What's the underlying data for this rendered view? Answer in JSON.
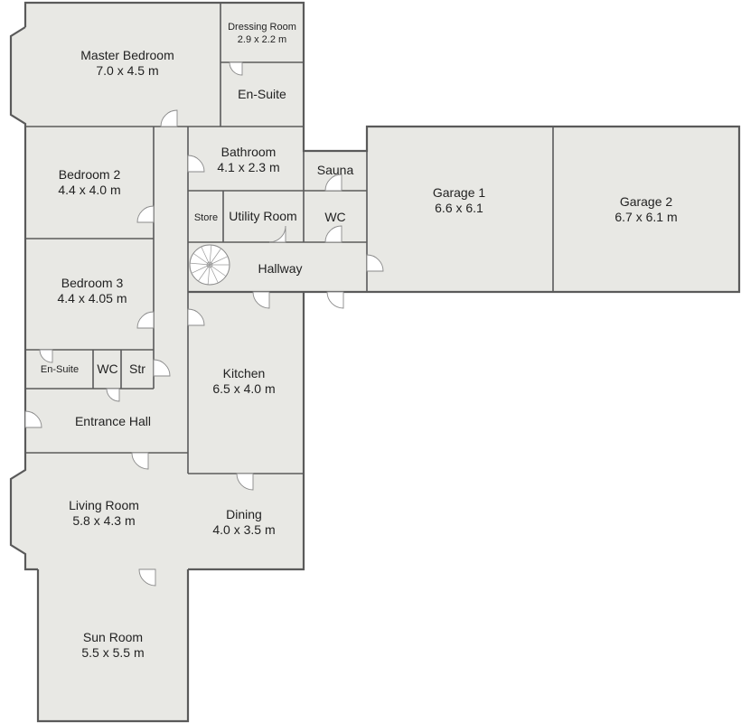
{
  "rooms": {
    "master_bedroom": {
      "name": "Master Bedroom",
      "size": "7.0 x 4.5 m"
    },
    "dressing_room": {
      "name": "Dressing Room",
      "size": "2.9 x 2.2 m"
    },
    "en_suite_master": {
      "name": "En-Suite"
    },
    "bathroom": {
      "name": "Bathroom",
      "size": "4.1 x 2.3 m"
    },
    "sauna": {
      "name": "Sauna"
    },
    "bedroom2": {
      "name": "Bedroom 2",
      "size": "4.4 x 4.0 m"
    },
    "store": {
      "name": "Store"
    },
    "utility_room": {
      "name": "Utility Room"
    },
    "wc_upper": {
      "name": "WC"
    },
    "garage1": {
      "name": "Garage 1",
      "size": "6.6 x 6.1"
    },
    "garage2": {
      "name": "Garage 2",
      "size": "6.7 x 6.1 m"
    },
    "hallway": {
      "name": "Hallway"
    },
    "bedroom3": {
      "name": "Bedroom 3",
      "size": "4.4 x 4.05 m"
    },
    "en_suite_lower": {
      "name": "En-Suite"
    },
    "wc_lower": {
      "name": "WC"
    },
    "str": {
      "name": "Str"
    },
    "kitchen": {
      "name": "Kitchen",
      "size": "6.5 x 4.0 m"
    },
    "entrance_hall": {
      "name": "Entrance Hall"
    },
    "living_room": {
      "name": "Living Room",
      "size": "5.8 x 4.3 m"
    },
    "dining": {
      "name": "Dining",
      "size": "4.0 x 3.5 m"
    },
    "sun_room": {
      "name": "Sun Room",
      "size": "5.5 x 5.5 m"
    }
  },
  "colors": {
    "floor": "#e8e8e4",
    "wall": "#5a5a5a",
    "text": "#222222"
  }
}
